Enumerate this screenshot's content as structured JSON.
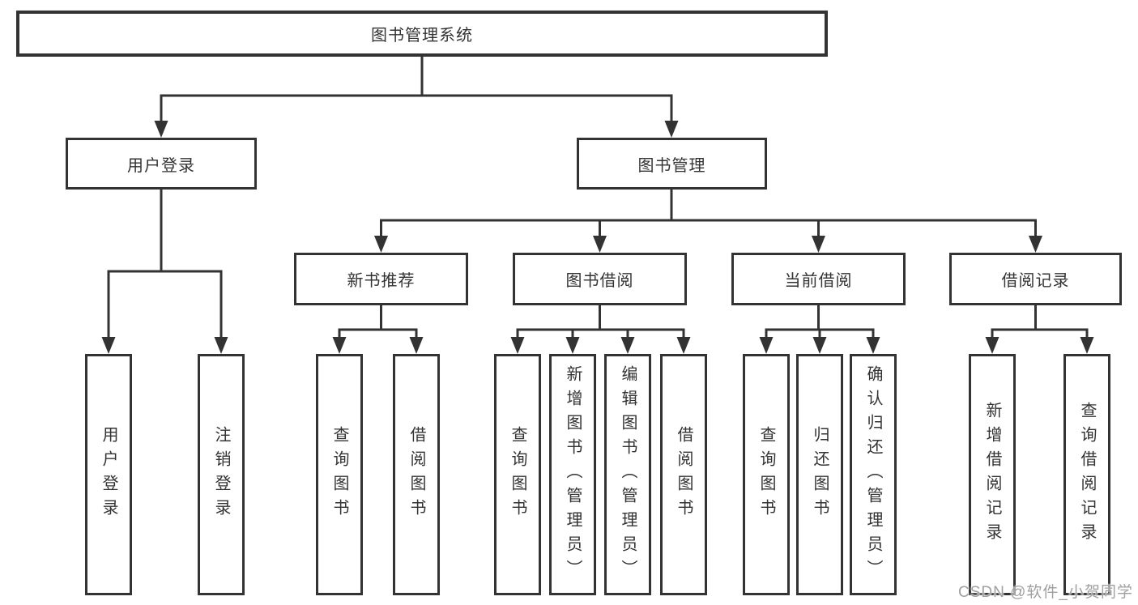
{
  "tree": {
    "root": {
      "label": "图书管理系统"
    },
    "user_login": {
      "label": "用户登录",
      "children": [
        {
          "label": "用户登录"
        },
        {
          "label": "注销登录"
        }
      ]
    },
    "book_mgmt": {
      "label": "图书管理"
    },
    "new_book_rec": {
      "label": "新书推荐",
      "children": [
        {
          "label": "查询图书"
        },
        {
          "label": "借阅图书"
        }
      ]
    },
    "book_borrow": {
      "label": "图书借阅",
      "children": [
        {
          "label": "查询图书"
        },
        {
          "label": "新增图书（管理员）"
        },
        {
          "label": "编辑图书（管理员）"
        },
        {
          "label": "借阅图书"
        }
      ]
    },
    "current_borrow": {
      "label": "当前借阅",
      "children": [
        {
          "label": "查询图书"
        },
        {
          "label": "归还图书"
        },
        {
          "label": "确认归还（管理员）"
        }
      ]
    },
    "borrow_records": {
      "label": "借阅记录",
      "children": [
        {
          "label": "新增借阅记录"
        },
        {
          "label": "查询借阅记录"
        }
      ]
    }
  },
  "watermark": {
    "text": "CSDN @软件_小贺同学"
  },
  "colors": {
    "line": "#333333",
    "text": "#333333",
    "box_background": "#ffffff",
    "page_background": "#ffffff",
    "watermark": "#a0a0a0"
  }
}
